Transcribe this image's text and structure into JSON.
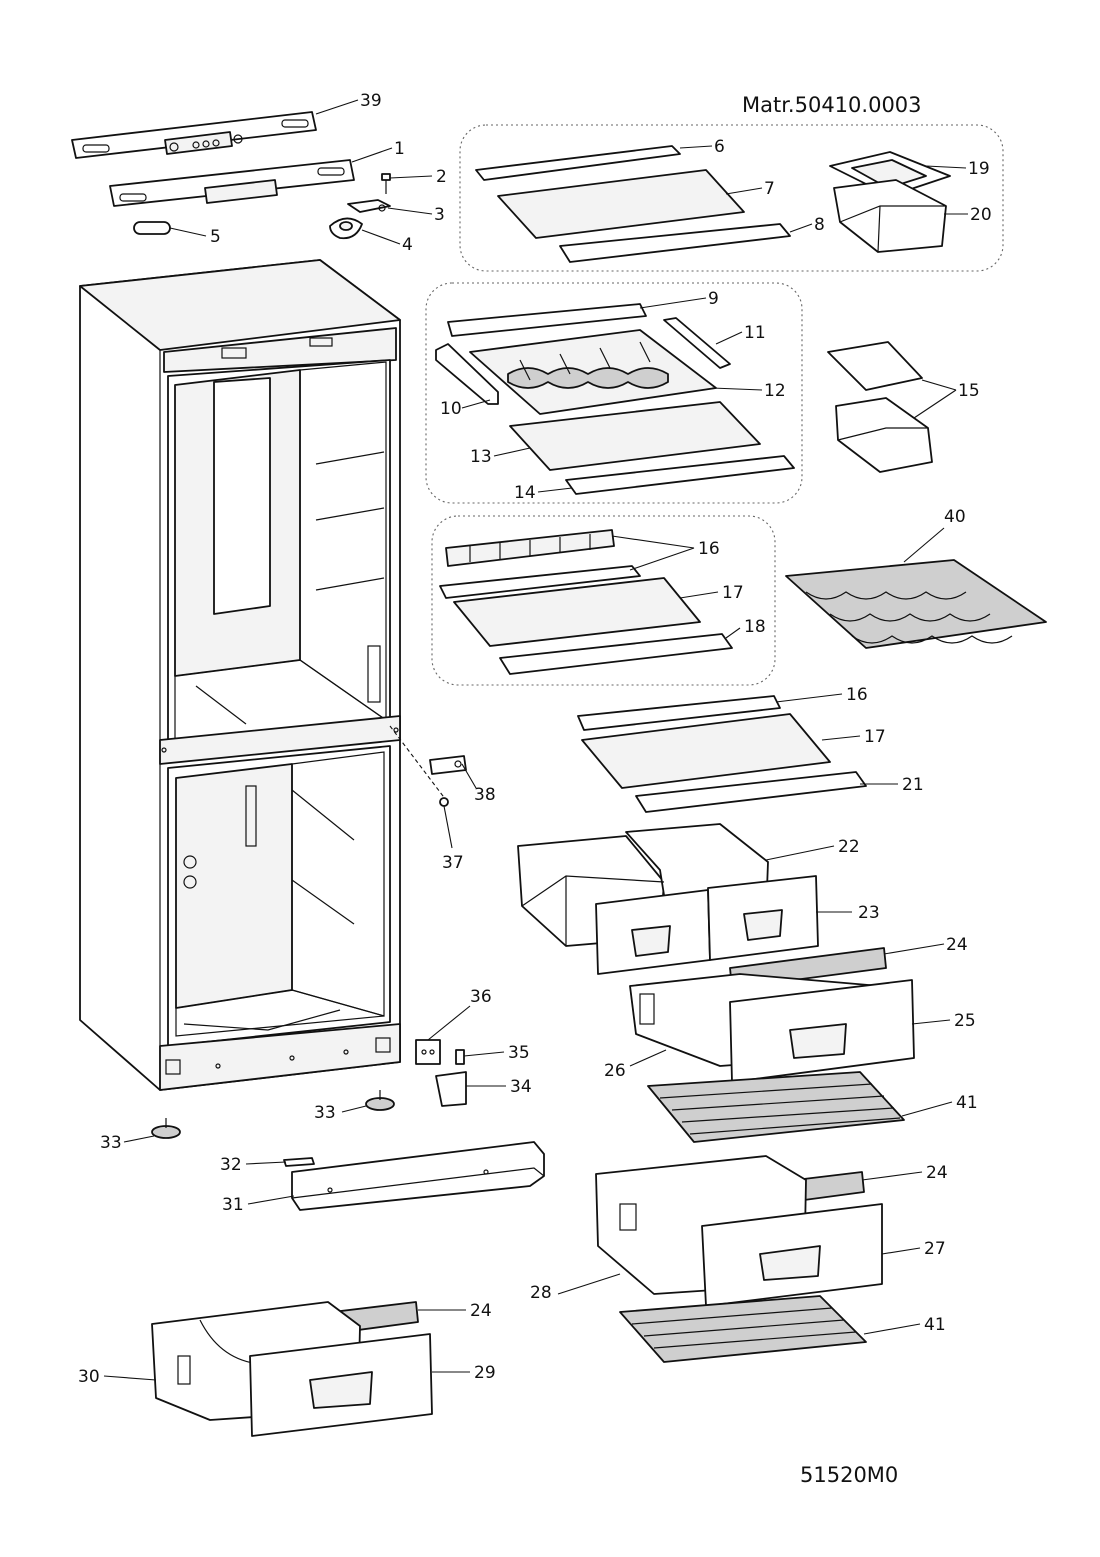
{
  "header": {
    "material_code": "Matr.50410.0003"
  },
  "footer": {
    "drawing_code": "51520M0"
  },
  "callouts": [
    {
      "id": "c39a",
      "text": "39"
    },
    {
      "id": "c1",
      "text": "1"
    },
    {
      "id": "c2",
      "text": "2"
    },
    {
      "id": "c3",
      "text": "3"
    },
    {
      "id": "c4",
      "text": "4"
    },
    {
      "id": "c5",
      "text": "5"
    },
    {
      "id": "c6",
      "text": "6"
    },
    {
      "id": "c7",
      "text": "7"
    },
    {
      "id": "c8",
      "text": "8"
    },
    {
      "id": "c19",
      "text": "19"
    },
    {
      "id": "c20",
      "text": "20"
    },
    {
      "id": "c9",
      "text": "9"
    },
    {
      "id": "c11",
      "text": "11"
    },
    {
      "id": "c12",
      "text": "12"
    },
    {
      "id": "c10",
      "text": "10"
    },
    {
      "id": "c13",
      "text": "13"
    },
    {
      "id": "c14",
      "text": "14"
    },
    {
      "id": "c15",
      "text": "15"
    },
    {
      "id": "c40",
      "text": "40"
    },
    {
      "id": "c16a",
      "text": "16"
    },
    {
      "id": "c17a",
      "text": "17"
    },
    {
      "id": "c18",
      "text": "18"
    },
    {
      "id": "c16b",
      "text": "16"
    },
    {
      "id": "c17b",
      "text": "17"
    },
    {
      "id": "c21",
      "text": "21"
    },
    {
      "id": "c38",
      "text": "38"
    },
    {
      "id": "c37",
      "text": "37"
    },
    {
      "id": "c22",
      "text": "22"
    },
    {
      "id": "c23",
      "text": "23"
    },
    {
      "id": "c24a",
      "text": "24"
    },
    {
      "id": "c25",
      "text": "25"
    },
    {
      "id": "c26",
      "text": "26"
    },
    {
      "id": "c41a",
      "text": "41"
    },
    {
      "id": "c36",
      "text": "36"
    },
    {
      "id": "c35",
      "text": "35"
    },
    {
      "id": "c34",
      "text": "34"
    },
    {
      "id": "c33a",
      "text": "33"
    },
    {
      "id": "c33b",
      "text": "33"
    },
    {
      "id": "c32",
      "text": "32"
    },
    {
      "id": "c31",
      "text": "31"
    },
    {
      "id": "c24b",
      "text": "24"
    },
    {
      "id": "c27",
      "text": "27"
    },
    {
      "id": "c28",
      "text": "28"
    },
    {
      "id": "c41b",
      "text": "41"
    },
    {
      "id": "c24c",
      "text": "24"
    },
    {
      "id": "c29",
      "text": "29"
    },
    {
      "id": "c30",
      "text": "30"
    }
  ]
}
